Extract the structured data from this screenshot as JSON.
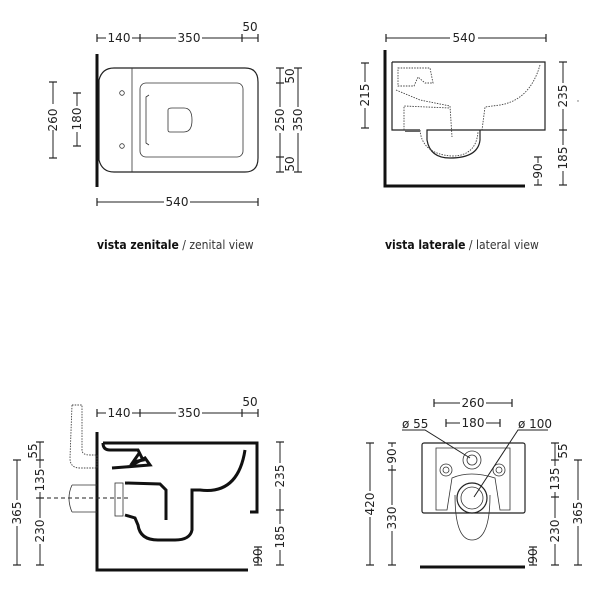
{
  "zenital_view": {
    "caption_it": "vista zenitale",
    "caption_sep": " / ",
    "caption_en": "zenital view",
    "dims": {
      "top_a": "140",
      "top_b": "350",
      "top_c": "50",
      "left_outer": "260",
      "left_inner": "180",
      "right_top": "50",
      "right_mid": "250",
      "right_bottom": "50",
      "right_total": "350",
      "bottom": "540"
    }
  },
  "lateral_view": {
    "caption_it": "vista laterale",
    "caption_sep": " / ",
    "caption_en": "lateral view",
    "dims": {
      "top": "540",
      "left": "215",
      "right_upper": "235",
      "right_lower": "185",
      "floor": "90"
    }
  },
  "section_view": {
    "dims": {
      "top_a": "140",
      "top_b": "350",
      "top_c": "50",
      "left_a": "55",
      "left_b": "135",
      "left_c": "230",
      "left_total": "365",
      "right_upper": "235",
      "right_lower": "185",
      "floor": "90"
    }
  },
  "rear_view": {
    "dims": {
      "width_outer": "260",
      "width_inner": "180",
      "pipe_small": "ø 55",
      "pipe_large": "ø 100",
      "left_total": "420",
      "left_top": "90",
      "left_bottom": "330",
      "right_a": "55",
      "right_b": "135",
      "right_c": "230",
      "right_total": "365",
      "floor": "90"
    }
  }
}
